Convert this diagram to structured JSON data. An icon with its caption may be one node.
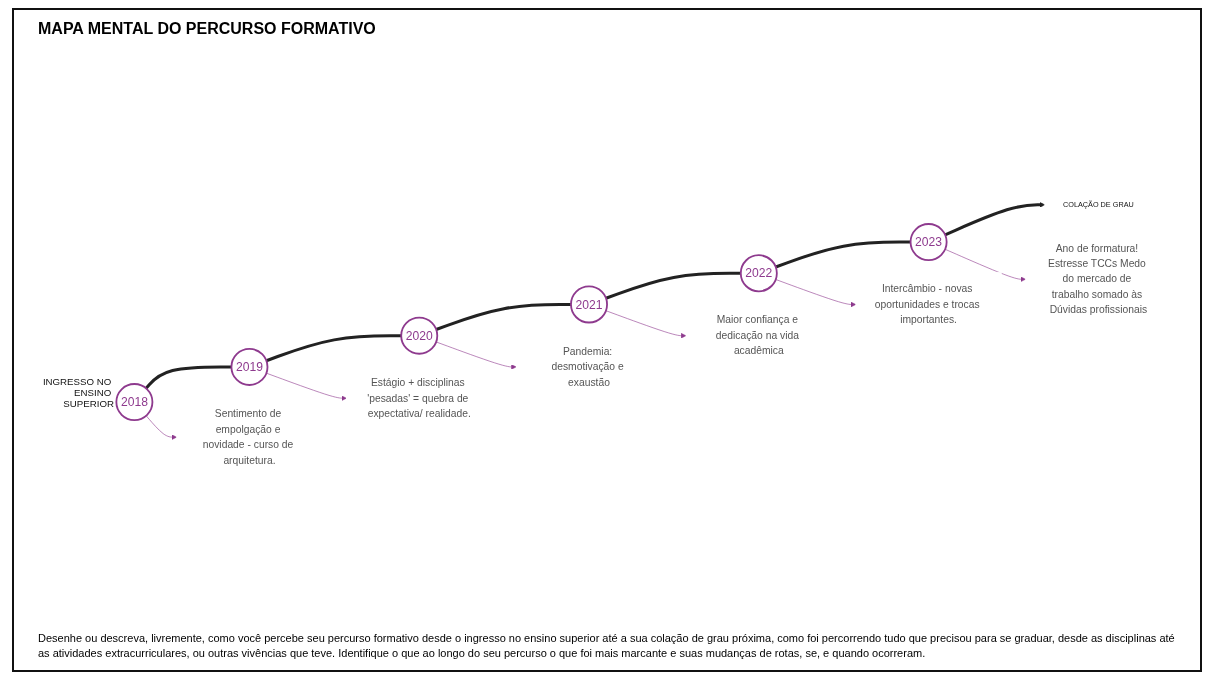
{
  "diagram": {
    "title": "MAPA MENTAL DO PERCURSO FORMATIVO",
    "caption": "Desenhe ou descreva, livremente, como você percebe seu percurso formativo desde o ingresso no ensino superior até a sua colação de grau próxima, como foi percorrendo tudo que precisou para se graduar, desde as disciplinas até as atividades extracurriculares, ou outras vivências que teve. Identifique o que ao longo do seu percurso o que foi mais marcante e suas mudanças de rotas, se, e quando ocorreram.",
    "nodes": [
      {
        "text": [
          "2018"
        ],
        "beside": [
          "INGRESSO NO ENSINO SUPERIOR"
        ]
      },
      {
        "text": [
          "2019"
        ]
      },
      {
        "text": [
          "2020"
        ]
      },
      {
        "text": [
          "2021"
        ]
      },
      {
        "text": [
          "2022"
        ]
      },
      {
        "text": [
          "2023"
        ]
      },
      {
        "text": [
          "COLAÇÃO DE GRAU"
        ]
      },
      {
        "text": [
          "Sentimento de empolgação e novidade - curso de arquitetura."
        ]
      },
      {
        "text": [
          "Estágio + disciplinas 'pesadas' = quebra de expectativa/ realidade."
        ]
      },
      {
        "text": [
          "Pandemia: desmotivação e exaustão"
        ]
      },
      {
        "text": [
          "Maior confiança e dedicação na vida acadêmica"
        ]
      },
      {
        "text": [
          "Intercâmbio - novas oportunidades e trocas importantes."
        ]
      },
      {
        "text": [
          "Ano de formatura! Estresse TCCs Medo do mercado de trabalho somado às Dúvidas profissionais"
        ]
      }
    ],
    "edges": [
      {
        "from": 0,
        "to": 1,
        "arrow": "none",
        "style": "thick",
        "color": "#222222"
      },
      {
        "from": 1,
        "to": 2,
        "arrow": "none",
        "style": "thick",
        "color": "#222222"
      },
      {
        "from": 2,
        "to": 3,
        "arrow": "none",
        "style": "thick",
        "color": "#222222"
      },
      {
        "from": 3,
        "to": 4,
        "arrow": "none",
        "style": "thick",
        "color": "#222222"
      },
      {
        "from": 4,
        "to": 5,
        "arrow": "none",
        "style": "thick",
        "color": "#222222"
      },
      {
        "from": 5,
        "to": 6,
        "arrow": "to",
        "style": "thick",
        "color": "#222222"
      },
      {
        "from": 0,
        "to": 7,
        "arrow": "to",
        "color": "#8e3a8e"
      },
      {
        "from": 1,
        "to": 8,
        "arrow": "to",
        "color": "#8e3a8e"
      },
      {
        "from": 2,
        "to": 9,
        "arrow": "to",
        "color": "#8e3a8e"
      },
      {
        "from": 3,
        "to": 10,
        "arrow": "to",
        "color": "#8e3a8e"
      },
      {
        "from": 4,
        "to": 11,
        "arrow": "to",
        "color": "#8e3a8e"
      },
      {
        "from": 5,
        "to": 12,
        "arrow": "to",
        "color": "#8e3a8e"
      }
    ]
  }
}
